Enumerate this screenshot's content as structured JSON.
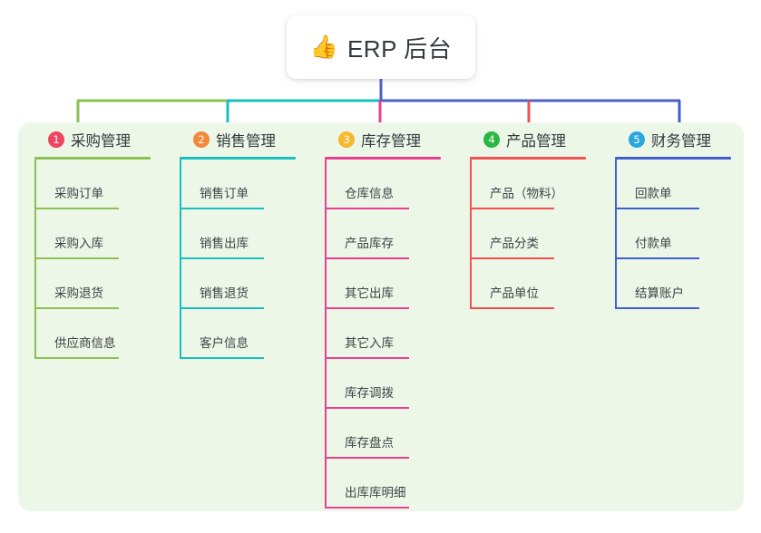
{
  "root": {
    "icon": "thumbs-up-icon",
    "icon_glyph": "👍",
    "title": "ERP 后台"
  },
  "palette": {
    "panel_bg": "#edf7e7",
    "card_bg": "#ffffff",
    "text": "#333a3f",
    "stem": "#4e5fc4"
  },
  "columns": [
    {
      "number": "1",
      "title": "采购管理",
      "badge_color": "#f0455f",
      "line_color": "#8cc152",
      "items": [
        {
          "label": "采购订单"
        },
        {
          "label": "采购入库"
        },
        {
          "label": "采购退货"
        },
        {
          "label": "供应商信息"
        }
      ]
    },
    {
      "number": "2",
      "title": "销售管理",
      "badge_color": "#f4893c",
      "line_color": "#18bfbf",
      "items": [
        {
          "label": "销售订单"
        },
        {
          "label": "销售出库"
        },
        {
          "label": "销售退货"
        },
        {
          "label": "客户信息"
        }
      ]
    },
    {
      "number": "3",
      "title": "库存管理",
      "badge_color": "#f5b82e",
      "line_color": "#ea3f93",
      "items": [
        {
          "label": "仓库信息"
        },
        {
          "label": "产品库存"
        },
        {
          "label": "其它出库"
        },
        {
          "label": "其它入库"
        },
        {
          "label": "库存调拨"
        },
        {
          "label": "库存盘点"
        },
        {
          "label": "出库库明细"
        }
      ]
    },
    {
      "number": "4",
      "title": "产品管理",
      "badge_color": "#2cb742",
      "line_color": "#f2504f",
      "items": [
        {
          "label": "产品（物料）"
        },
        {
          "label": "产品分类"
        },
        {
          "label": "产品单位"
        }
      ]
    },
    {
      "number": "5",
      "title": "财务管理",
      "badge_color": "#2ba7e0",
      "line_color": "#3f5fd0",
      "items": [
        {
          "label": "回款单"
        },
        {
          "label": "付款单"
        },
        {
          "label": "结算账户"
        }
      ]
    }
  ]
}
